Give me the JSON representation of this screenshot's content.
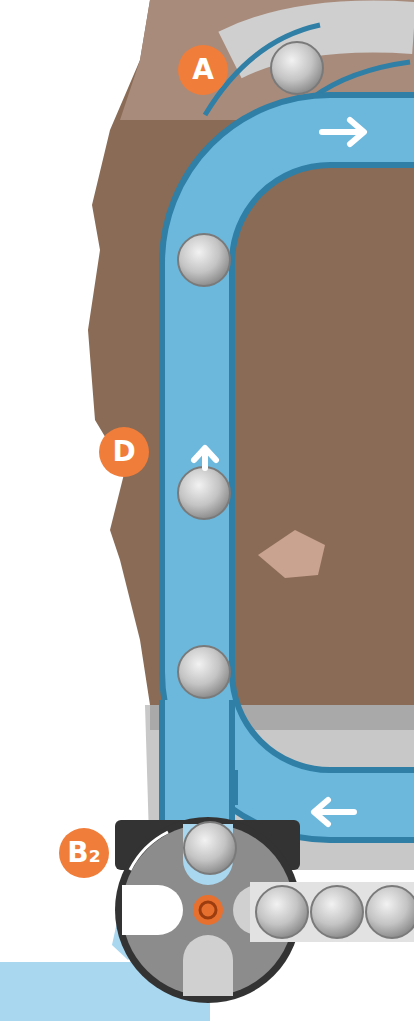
{
  "diagram": {
    "labels": [
      "A",
      "D",
      "B₂"
    ]
  }
}
